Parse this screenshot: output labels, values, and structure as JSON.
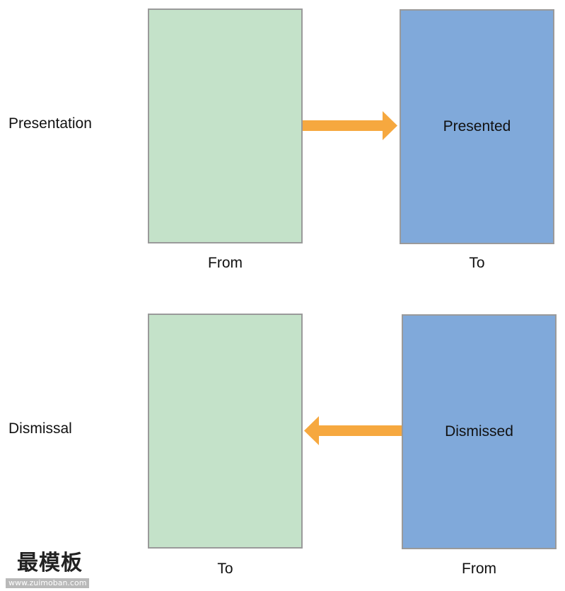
{
  "presentation": {
    "row_label": "Presentation",
    "source_box": {
      "caption": "From"
    },
    "target_box": {
      "label": "Presented",
      "caption": "To"
    }
  },
  "dismissal": {
    "row_label": "Dismissal",
    "target_box": {
      "caption": "To"
    },
    "source_box": {
      "label": "Dismissed",
      "caption": "From"
    }
  },
  "colors": {
    "from_view": "#c4e2c9",
    "presented_view": "#80a9da",
    "arrow": "#f6a83f",
    "border": "#9a9a9a"
  },
  "watermark": {
    "brand": "最模板",
    "url": "www.zuimoban.com"
  }
}
